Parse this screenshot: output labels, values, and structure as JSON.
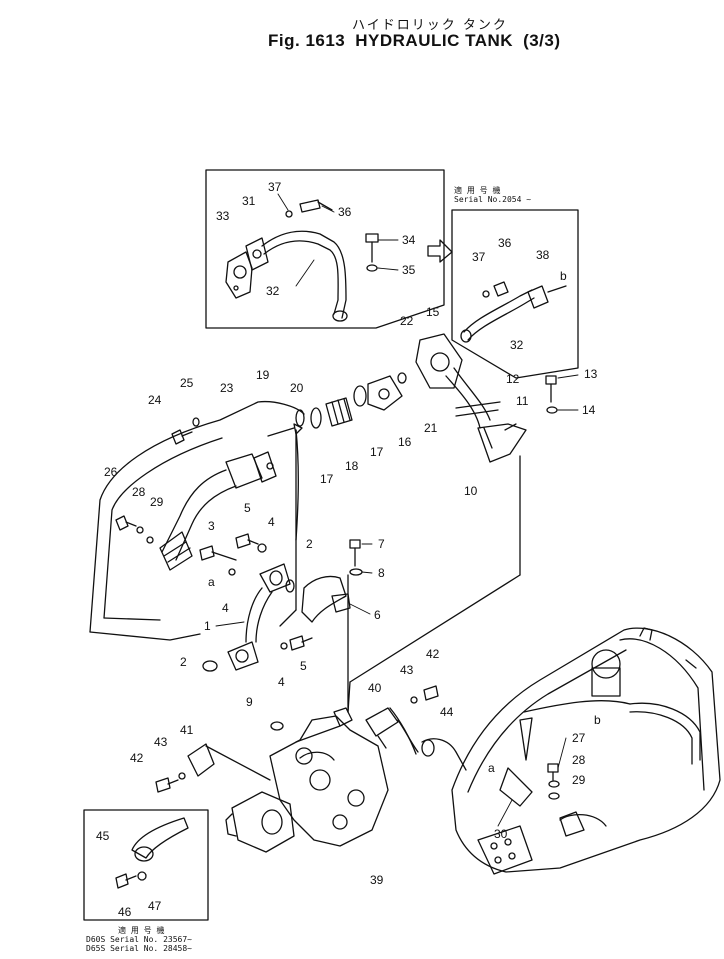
{
  "header": {
    "title_jp": "ハイドロリック タンク",
    "fig_label": "Fig. 1613",
    "title_en": "HYDRAULIC TANK",
    "sheet": "(3/3)"
  },
  "serial_top": {
    "line1": "適 用 号 機",
    "line2": "Serial No.2054 ~"
  },
  "serial_bottom": {
    "line1": "適 用 号 機",
    "line2": "D60S  Serial  No.  23567~",
    "line3": "D65S  Serial  No.  28458~"
  },
  "callouts": [
    {
      "id": "c37a",
      "text": "37"
    },
    {
      "id": "c31",
      "text": "31"
    },
    {
      "id": "c36a",
      "text": "36"
    },
    {
      "id": "c33",
      "text": "33"
    },
    {
      "id": "c34",
      "text": "34"
    },
    {
      "id": "c35",
      "text": "35"
    },
    {
      "id": "c32a",
      "text": "32"
    },
    {
      "id": "c37b",
      "text": "37"
    },
    {
      "id": "c36b",
      "text": "36"
    },
    {
      "id": "c38",
      "text": "38"
    },
    {
      "id": "cb1",
      "text": "b"
    },
    {
      "id": "c32b",
      "text": "32"
    },
    {
      "id": "c22",
      "text": "22"
    },
    {
      "id": "c15",
      "text": "15"
    },
    {
      "id": "c13",
      "text": "13"
    },
    {
      "id": "c12",
      "text": "12"
    },
    {
      "id": "c11",
      "text": "11"
    },
    {
      "id": "c14",
      "text": "14"
    },
    {
      "id": "c10",
      "text": "10"
    },
    {
      "id": "c21",
      "text": "21"
    },
    {
      "id": "c16",
      "text": "16"
    },
    {
      "id": "c17a",
      "text": "17"
    },
    {
      "id": "c17b",
      "text": "17"
    },
    {
      "id": "c18",
      "text": "18"
    },
    {
      "id": "c19",
      "text": "19"
    },
    {
      "id": "c20",
      "text": "20"
    },
    {
      "id": "c25",
      "text": "25"
    },
    {
      "id": "c24",
      "text": "24"
    },
    {
      "id": "c23",
      "text": "23"
    },
    {
      "id": "c26",
      "text": "26"
    },
    {
      "id": "c28a",
      "text": "28"
    },
    {
      "id": "c29a",
      "text": "29"
    },
    {
      "id": "c5a",
      "text": "5"
    },
    {
      "id": "c4a",
      "text": "4"
    },
    {
      "id": "c3",
      "text": "3"
    },
    {
      "id": "ca1",
      "text": "a"
    },
    {
      "id": "c2a",
      "text": "2"
    },
    {
      "id": "c7",
      "text": "7"
    },
    {
      "id": "c8",
      "text": "8"
    },
    {
      "id": "c4b",
      "text": "4"
    },
    {
      "id": "c1",
      "text": "1"
    },
    {
      "id": "c6",
      "text": "6"
    },
    {
      "id": "c2b",
      "text": "2"
    },
    {
      "id": "c4c",
      "text": "4"
    },
    {
      "id": "c5b",
      "text": "5"
    },
    {
      "id": "c43a",
      "text": "43"
    },
    {
      "id": "c42a",
      "text": "42"
    },
    {
      "id": "c40",
      "text": "40"
    },
    {
      "id": "c44",
      "text": "44"
    },
    {
      "id": "c9",
      "text": "9"
    },
    {
      "id": "c41",
      "text": "41"
    },
    {
      "id": "c43b",
      "text": "43"
    },
    {
      "id": "c42b",
      "text": "42"
    },
    {
      "id": "cb2",
      "text": "b"
    },
    {
      "id": "c27",
      "text": "27"
    },
    {
      "id": "c28b",
      "text": "28"
    },
    {
      "id": "c29b",
      "text": "29"
    },
    {
      "id": "ca2",
      "text": "a"
    },
    {
      "id": "c30",
      "text": "30"
    },
    {
      "id": "c39",
      "text": "39"
    },
    {
      "id": "c45",
      "text": "45"
    },
    {
      "id": "c46",
      "text": "46"
    },
    {
      "id": "c47",
      "text": "47"
    }
  ]
}
